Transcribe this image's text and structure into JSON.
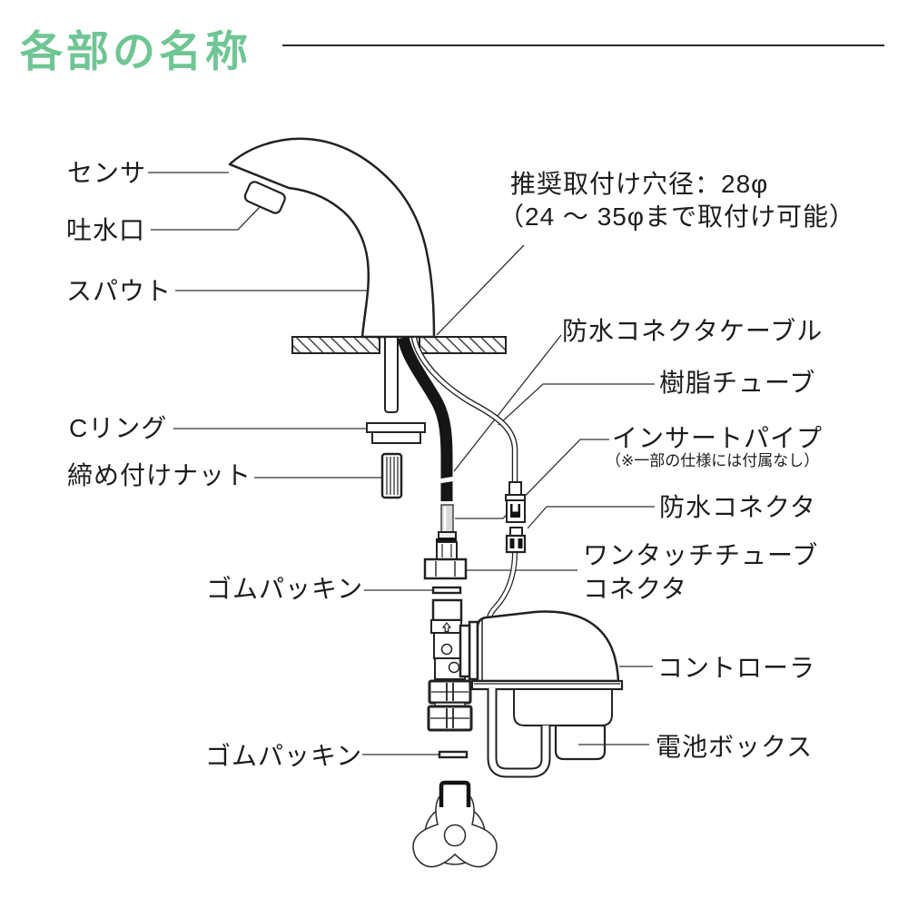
{
  "page": {
    "title": "各部の名称",
    "accent_color": "#6fc694",
    "line_color": "#222222"
  },
  "labels": {
    "sensor": "センサ",
    "spout_outlet": "吐水口",
    "spout": "スパウト",
    "c_ring": "Cリング",
    "tightening_nut": "締め付けナット",
    "rubber_packing_upper": "ゴムパッキン",
    "rubber_packing_lower": "ゴムパッキン",
    "mounting_hole_line1": "推奨取付け穴径：28φ",
    "mounting_hole_line2": "（24 ～ 35φまで取付け可能）",
    "waterproof_connector_cable": "防水コネクタケーブル",
    "resin_tube": "樹脂チューブ",
    "insert_pipe": "インサートパイプ",
    "insert_pipe_note": "（※一部の仕様には付属なし）",
    "waterproof_connector": "防水コネクタ",
    "one_touch_tube_line1": "ワンタッチチューブ",
    "one_touch_tube_line2": "コネクタ",
    "controller": "コントローラ",
    "battery_box": "電池ボックス"
  }
}
